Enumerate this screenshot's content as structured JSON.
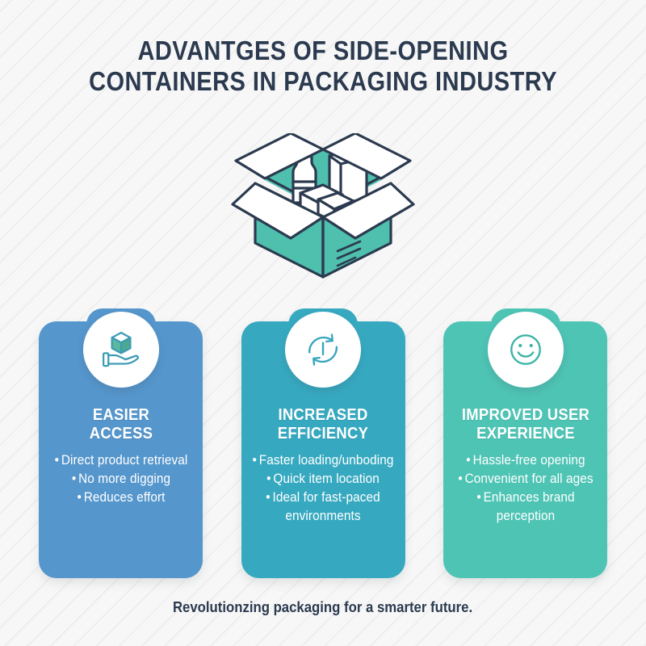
{
  "page": {
    "background_color": "#f4f4f4",
    "stripe_color": "#eeeeee"
  },
  "title": {
    "line1": "ADVANTGES OF SIDE-OPENING",
    "line2": "CONTAINERS IN PACKAGING INDUSTRY",
    "color": "#2b3a4f"
  },
  "illustration": {
    "name": "open-box-with-products",
    "box_color": "#4fbfae",
    "flap_color": "#ffffff",
    "outline_color": "#2b3a4f",
    "items": [
      "bottle",
      "carton",
      "small-box",
      "package"
    ]
  },
  "cards": [
    {
      "id": "easier-access",
      "color": "#5596cc",
      "icon": "hand-holding-box-icon",
      "icon_accent": "#5bb99f",
      "icon_stroke": "#3d9bb5",
      "heading_line1": "EASIER",
      "heading_line2": "ACCESS",
      "bullets": [
        "Direct product retrieval",
        "No more digging",
        "Reduces effort"
      ]
    },
    {
      "id": "increased-efficiency",
      "color": "#36a9c0",
      "icon": "circular-arrows-clock-icon",
      "icon_accent": "#36a9c0",
      "icon_stroke": "#37a6bd",
      "heading_line1": "INCREASED",
      "heading_line2": "EFFICIENCY",
      "bullets": [
        "Faster loading/unboding",
        "Quick item location",
        "Ideal for fast-paced",
        "environments"
      ]
    },
    {
      "id": "improved-user-experience",
      "color": "#4ec4b5",
      "icon": "smiley-face-icon",
      "icon_accent": "#4ec4b5",
      "icon_stroke": "#3ab3a6",
      "heading_line1": "IMPROVED USER",
      "heading_line2": "EXPERIENCE",
      "bullets": [
        "Hassle-free opening",
        "Convenient for all ages",
        "Enhances brand perception"
      ]
    }
  ],
  "footer": {
    "text": "Revolutionzing packaging for a smarter future.",
    "color": "#2b3a4f"
  },
  "bullet_char": "•"
}
